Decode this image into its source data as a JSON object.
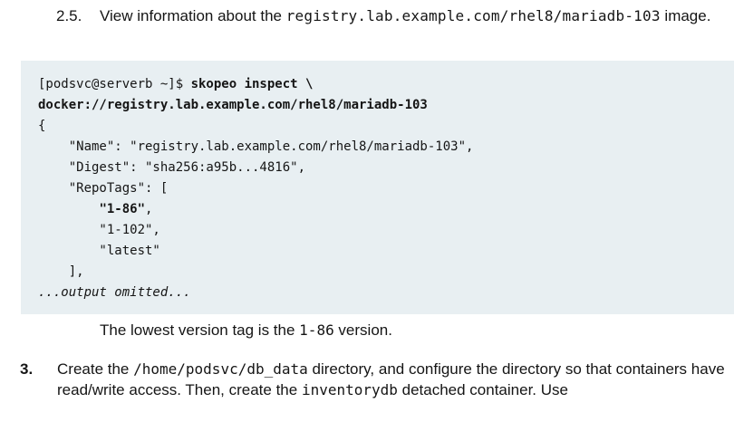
{
  "step_2_5": {
    "number": "2.5.",
    "text_before": "View information about the ",
    "image_ref": "registry.lab.example.com/rhel8/mariadb-103",
    "text_after": " image."
  },
  "code": {
    "prompt": "[podsvc@serverb ~]$ ",
    "command_line1": "skopeo inspect \\",
    "command_line2": "docker://registry.lab.example.com/rhel8/mariadb-103",
    "open_brace": "{",
    "name_line": "    \"Name\": \"registry.lab.example.com/rhel8/mariadb-103\",",
    "digest_line": "    \"Digest\": \"sha256:a95b...4816\",",
    "repotags_line": "    \"RepoTags\": [",
    "tag1_indent": "        ",
    "tag1": "\"1-86\"",
    "tag1_comma": ",",
    "tag2_line": "        \"1-102\",",
    "tag3_line": "        \"latest\"",
    "close_bracket": "    ],",
    "omitted": "...output omitted..."
  },
  "note": {
    "text_before": "The lowest version tag is the ",
    "version": "1-86",
    "text_after": " version."
  },
  "step_3": {
    "number": "3.",
    "t1": "Create the ",
    "dir": "/home/podsvc/db_data",
    "t2": " directory, and configure the directory so that containers have read/write access. Then, create the ",
    "container": "inventorydb",
    "t3": " detached container. Use"
  }
}
